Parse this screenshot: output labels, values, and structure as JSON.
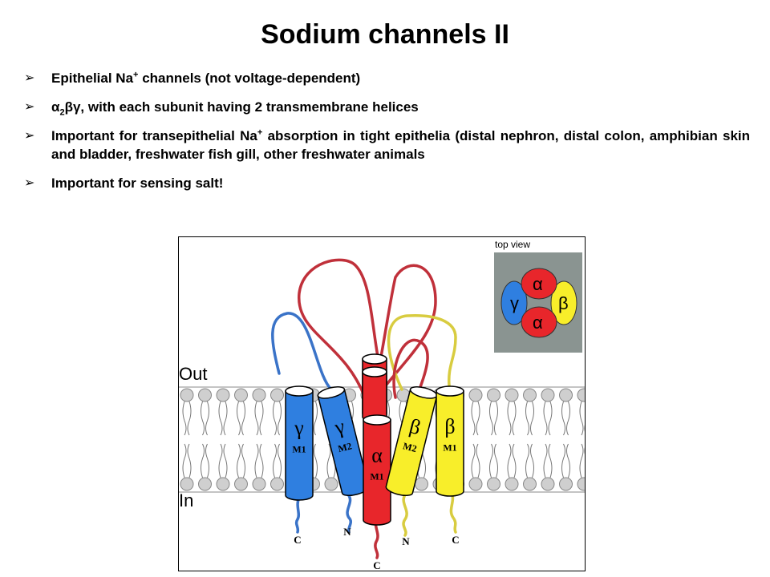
{
  "slide": {
    "title": "Sodium channels II",
    "bullets": [
      {
        "pre": "Epithelial Na",
        "sup": "+",
        "post": " channels (not voltage-dependent)"
      },
      {
        "pre": "α",
        "sub": "2",
        "post": "βγ, with each subunit having 2 transmembrane helices"
      },
      {
        "pre": "Important for transepithelial Na",
        "sup": "+",
        "post": " absorption in tight epithelia (distal nephron, distal colon, amphibian skin and bladder, freshwater fish gill, other freshwater animals"
      },
      {
        "pre": "Important for sensing salt!",
        "post": ""
      }
    ]
  },
  "figure": {
    "out_label": "Out",
    "in_label": "In",
    "top_view_label": "top view",
    "top_view": {
      "gamma": "γ",
      "alpha_top": "α",
      "alpha_bottom": "α",
      "beta": "β"
    },
    "helices": [
      {
        "symbol": "γ",
        "segment": "M1",
        "terminus": "C"
      },
      {
        "symbol": "γ",
        "segment": "M2",
        "terminus": "N"
      },
      {
        "symbol": "α",
        "segment": "M1",
        "terminus": "C"
      },
      {
        "symbol": "β",
        "segment": "M2",
        "terminus": "N"
      },
      {
        "symbol": "β",
        "segment": "M1",
        "terminus": "C"
      }
    ],
    "colors": {
      "gamma": "#2f7fe0",
      "alpha": "#e8262b",
      "beta": "#f8ee2a",
      "alpha_loop": "#c0303a",
      "gamma_loop": "#3a73c8",
      "beta_loop": "#d8cc40",
      "membrane_head": "#cfcfcf",
      "top_view_bg": "#8a9491"
    }
  }
}
